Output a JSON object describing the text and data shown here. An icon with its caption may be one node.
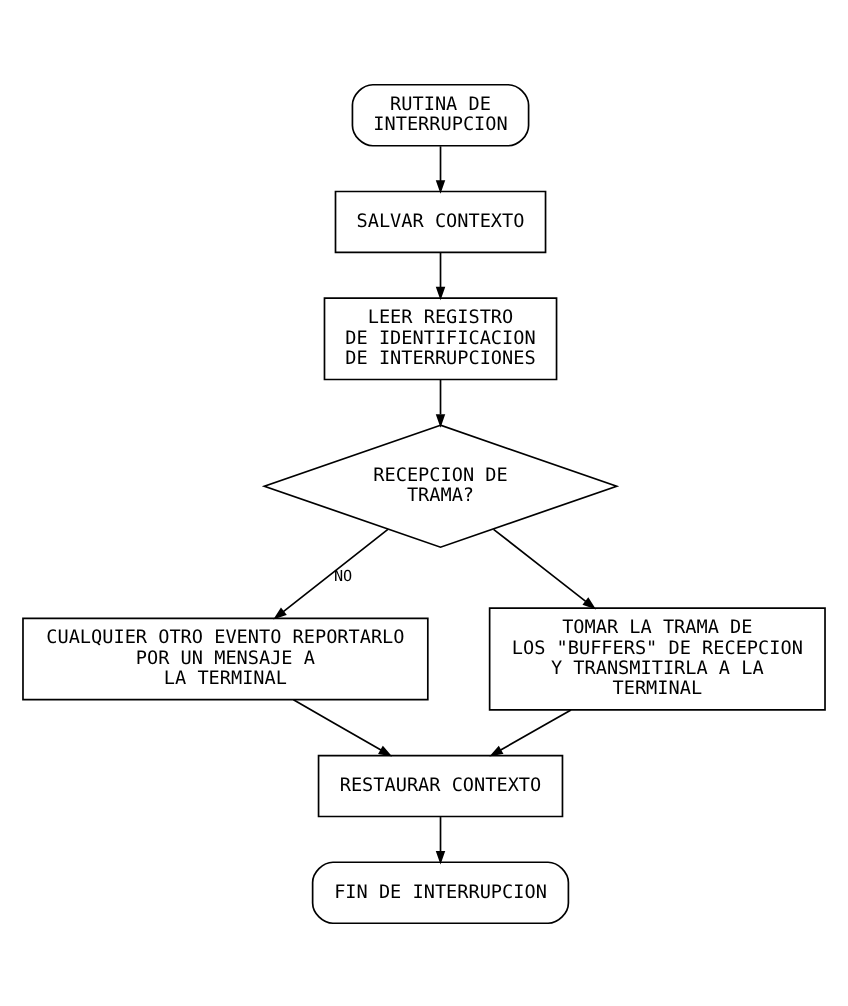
{
  "diagram": {
    "nodes": [
      {
        "text": [
          "RUTINA DE INTERRUPCION"
        ]
      },
      {
        "text": [
          "SALVAR CONTEXTO"
        ]
      },
      {
        "text": [
          "LEER REGISTRO DE IDENTIFICACION DE INTERRUPCIONES"
        ]
      },
      {
        "text": [
          "RECEPCION DE TRAMA?"
        ]
      },
      {
        "text": [
          "CUALQUIER OTRO EVENTO REPORTARLO POR UN MENSAJE A LA TERMINAL"
        ]
      },
      {
        "text": [
          "TOMAR LA TRAMA DE LOS \"BUFFERS\" DE RECEPCION Y TRANSMITIRLA A LA TERMINAL"
        ]
      },
      {
        "text": [
          "RESTAURAR CONTEXTO"
        ]
      },
      {
        "text": [
          "FIN DE INTERRUPCION"
        ]
      }
    ],
    "edges": [
      {
        "from": 0,
        "to": 1,
        "arrow": "to"
      },
      {
        "from": 1,
        "to": 2,
        "arrow": "to"
      },
      {
        "from": 2,
        "to": 3,
        "arrow": "to"
      },
      {
        "from": 3,
        "to": 4,
        "arrow": "to",
        "label": "NO"
      },
      {
        "from": 3,
        "to": 5,
        "arrow": "to"
      },
      {
        "from": 4,
        "to": 6,
        "arrow": "to"
      },
      {
        "from": 5,
        "to": 6,
        "arrow": "to"
      },
      {
        "from": 6,
        "to": 7,
        "arrow": "to"
      }
    ]
  }
}
